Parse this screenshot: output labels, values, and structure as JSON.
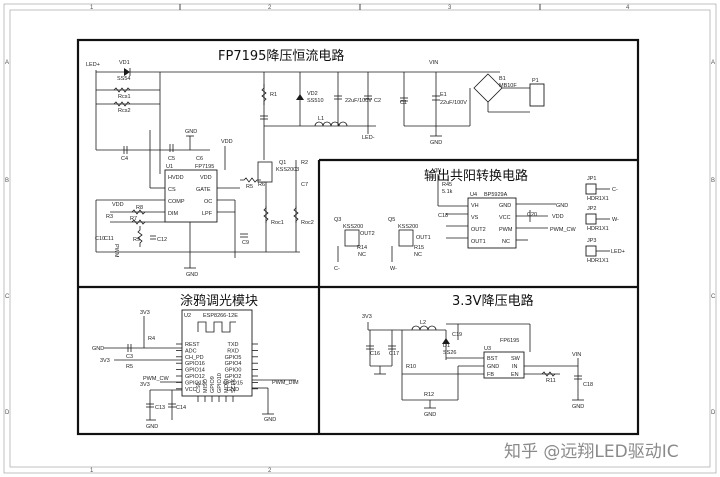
{
  "titles": {
    "fp7195": "FP7195降压恒流电路",
    "common_anode": "输出共阳转换电路",
    "graffiti": "涂鸦调光模块",
    "buck33": "3.3V降压电路"
  },
  "zones": {
    "c1": "1",
    "c2": "2",
    "c3": "3",
    "c4": "4",
    "rA": "A",
    "rB": "B",
    "rC": "C",
    "rD": "D"
  },
  "watermark": "知乎 @远翔LED驱动IC",
  "fp7195": {
    "led_plus": "LED+",
    "led_minus": "LED-",
    "vin": "VIN",
    "gnd": "GND",
    "vdd": "VDD",
    "vd1": "VD1",
    "vd1_part": "SS54",
    "rcs1": "Rcs1",
    "rcs2": "Rcs2",
    "c4": "C4",
    "c5": "C5",
    "c6": "C6",
    "c7": "C7",
    "c8": "C8",
    "c9": "C9",
    "c10": "C10",
    "c11": "C11",
    "c12": "C12",
    "u1": "U1",
    "u1_part": "FP7195",
    "pin_hvdd": "HVDD",
    "pin_vdd": "VDD",
    "pin_cs": "CS",
    "pin_gate": "GATE",
    "pin_comp": "COMP",
    "pin_oc": "OC",
    "pin_dim": "DIM",
    "pin_lpf": "LPF",
    "r1": "R1",
    "r2": "R2",
    "r3": "R3",
    "r5": "R5",
    "r6": "R6",
    "r7": "R7",
    "r8": "R8",
    "r9": "R9",
    "vd2": "VD2",
    "vd2_part": "SS510",
    "c2": "C2",
    "c2_val": "22uF/100V",
    "l1": "L1",
    "q1": "Q1",
    "q1_part": "KSS2003",
    "roc1": "Roc1",
    "roc2": "Roc2",
    "pwm": "PWM",
    "c1": "C1",
    "e1": "E1",
    "e1_val": "22uF/100V",
    "b1": "B1",
    "b1_part": "MB10F",
    "p1": "P1"
  },
  "anode": {
    "vin": "VIN",
    "r45": "R45",
    "r45_val": "5.1k",
    "u4": "U4",
    "u4_part": "BP5929A",
    "pin_vh": "VH",
    "pin_gnd": "GND",
    "pin_vs": "VS",
    "pin_vcc": "VCC",
    "pin_out2": "OUT2",
    "pin_pwm": "PWM",
    "pin_out1": "OUT1",
    "pin_nc": "NC",
    "c18": "C18",
    "c20": "C20",
    "vdd": "VDD",
    "pwm_cw": "PWM_CW",
    "q3": "Q3",
    "q3_part": "KSS200",
    "q5": "Q5",
    "q5_part": "KSS200",
    "out2": "OUT2",
    "out1": "OUT1",
    "r14": "R14",
    "r15": "R15",
    "nc": "NC",
    "c_minus": "C-",
    "w_minus": "W-",
    "jp1": "JP1",
    "jp2": "JP2",
    "jp3": "JP3",
    "hdr": "HDR1X1",
    "led_plus": "LED+",
    "gnd": "GND"
  },
  "graffiti": {
    "v33": "3V3",
    "u2": "U2",
    "u2_part": "ESP8266-12E",
    "pins_left": [
      "REST",
      "ADC",
      "CH_PD",
      "GPIO16",
      "GPIO14",
      "GPIO12",
      "GPIO13",
      "VCC"
    ],
    "pins_right": [
      "TXD",
      "RXD",
      "GPIO5",
      "GPIO4",
      "GPIO0",
      "GPIO2",
      "GPIO15",
      "GND"
    ],
    "pins_bottom": [
      "CS0",
      "MISO",
      "GPIO9",
      "GPIO10",
      "MOSI",
      "SCLK"
    ],
    "r4": "R4",
    "r5": "R5",
    "c3": "C3",
    "c13": "C13",
    "c14": "C14",
    "pwm_cw": "PWM_CW",
    "pwm_dim": "PWM_DIM",
    "gnd": "GND"
  },
  "buck": {
    "v33": "3V3",
    "l2": "L2",
    "c16": "C16",
    "c17": "C17",
    "c19": "C19",
    "c18": "C18",
    "r10": "R10",
    "r11": "R11",
    "r12": "R12",
    "d1": "D1",
    "d1_part": "SS26",
    "u3": "U3",
    "u3_part": "FP6195",
    "pin_bst": "BST",
    "pin_sw": "SW",
    "pin_gnd": "GND",
    "pin_in": "IN",
    "pin_fb": "FB",
    "pin_en": "EN",
    "vin": "VIN",
    "gnd": "GND"
  }
}
